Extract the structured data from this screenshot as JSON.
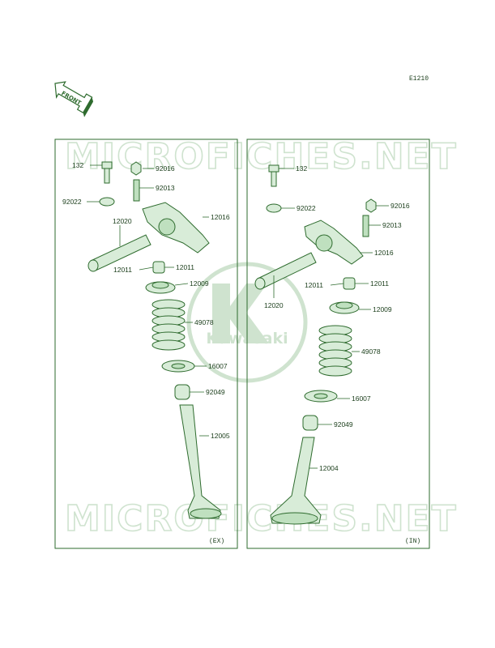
{
  "ref_code": "E1210",
  "front_badge": "FRONT",
  "watermark_text": "MICROFICHES.NET",
  "logo_text": "Kawasaki",
  "colors": {
    "line": "#2e6b2e",
    "fill": "#d8ecd8",
    "watermark": "#cfe3cf"
  },
  "panels": [
    {
      "caption": "(EX)",
      "labels": [
        {
          "text": "132"
        },
        {
          "text": "92016"
        },
        {
          "text": "92013"
        },
        {
          "text": "92022"
        },
        {
          "text": "12020"
        },
        {
          "text": "12016"
        },
        {
          "text": "12011"
        },
        {
          "text": "12011"
        },
        {
          "text": "12009"
        },
        {
          "text": "49078"
        },
        {
          "text": "16007"
        },
        {
          "text": "92049"
        },
        {
          "text": "12005"
        }
      ]
    },
    {
      "caption": "(IN)",
      "labels": [
        {
          "text": "132"
        },
        {
          "text": "92022"
        },
        {
          "text": "92016"
        },
        {
          "text": "92013"
        },
        {
          "text": "12016"
        },
        {
          "text": "12011"
        },
        {
          "text": "12011"
        },
        {
          "text": "12020"
        },
        {
          "text": "12009"
        },
        {
          "text": "49078"
        },
        {
          "text": "16007"
        },
        {
          "text": "92049"
        },
        {
          "text": "12004"
        }
      ]
    }
  ]
}
